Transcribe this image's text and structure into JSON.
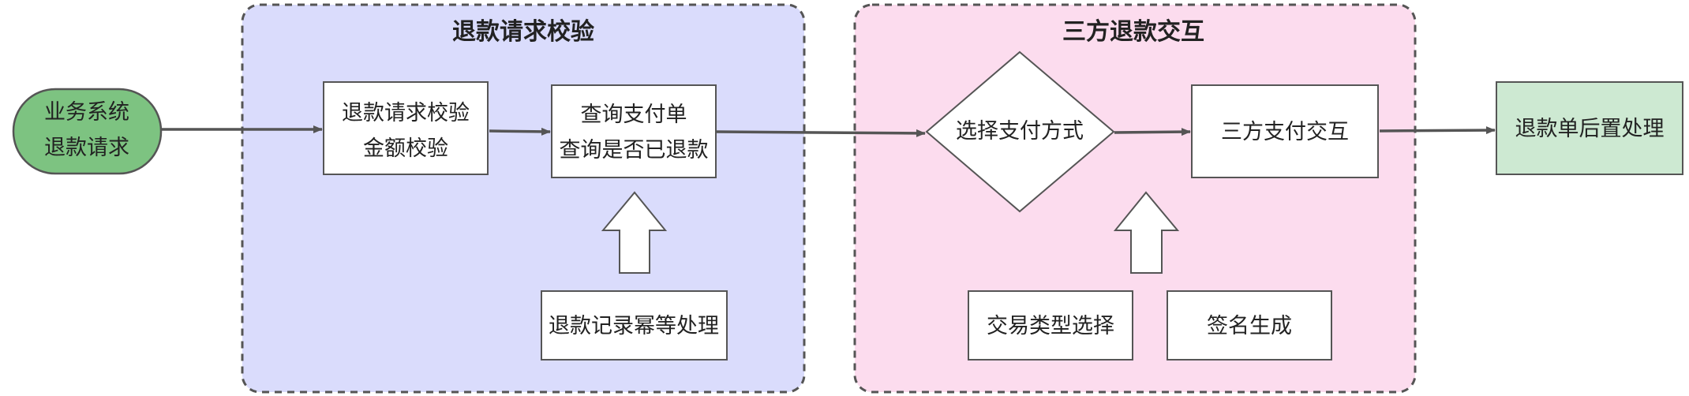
{
  "groups": {
    "validation": {
      "title": "退款请求校验",
      "fill": "#dadcfc"
    },
    "third_party": {
      "title": "三方退款交互",
      "fill": "#fcdcee"
    }
  },
  "nodes": {
    "start": {
      "line1": "业务系统",
      "line2": "退款请求",
      "fill": "#7dc381"
    },
    "validate": {
      "line1": "退款请求校验",
      "line2": "金额校验"
    },
    "query": {
      "line1": "查询支付单",
      "line2": "查询是否已退款"
    },
    "idempotent": {
      "label": "退款记录幂等处理"
    },
    "choose_payment": {
      "label": "选择支付方式"
    },
    "third_party_pay": {
      "label": "三方支付交互"
    },
    "trade_type": {
      "label": "交易类型选择"
    },
    "signature": {
      "label": "签名生成"
    },
    "post_process": {
      "label": "退款单后置处理",
      "fill": "#cde9d2"
    }
  },
  "colors": {
    "border": "#555555",
    "arrow": "#555555",
    "box_fill": "#ffffff"
  }
}
